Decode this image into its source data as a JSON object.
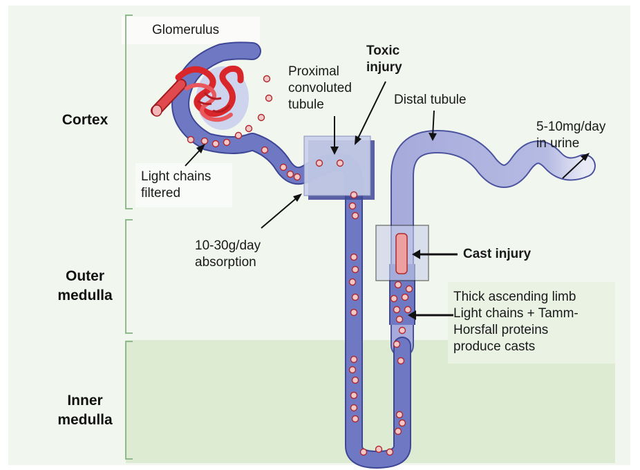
{
  "zones": {
    "cortex": "Cortex",
    "outer": [
      "Outer",
      "medulla"
    ],
    "inner": [
      "Inner",
      "medulla"
    ]
  },
  "labels": {
    "glomerulus": "Glomerulus",
    "proximal": [
      "Proximal",
      "convoluted",
      "tubule"
    ],
    "toxic": [
      "Toxic",
      "injury"
    ],
    "distal": "Distal tubule",
    "urine": [
      "5-10mg/day",
      "in urine"
    ],
    "filtered": [
      "Light chains",
      "filtered"
    ],
    "absorption": [
      "10-30g/day",
      "absorption"
    ],
    "cast": "Cast injury",
    "thick": [
      "Thick ascending limb",
      "Light chains + Tamm-",
      "Horsfall proteins",
      "produce casts"
    ]
  },
  "colors": {
    "tubule_fill": "#6f78c2",
    "tubule_edge": "#3e4696",
    "distal_fill": "#a6abdb",
    "cell_fill": "#f3c8c8",
    "cell_edge": "#b0282d",
    "glomerulus": "#d9262b",
    "medulla_bg": "#dcebd2",
    "panel_bg": "#eef4ea",
    "box_fill": "#c8d0ea"
  }
}
